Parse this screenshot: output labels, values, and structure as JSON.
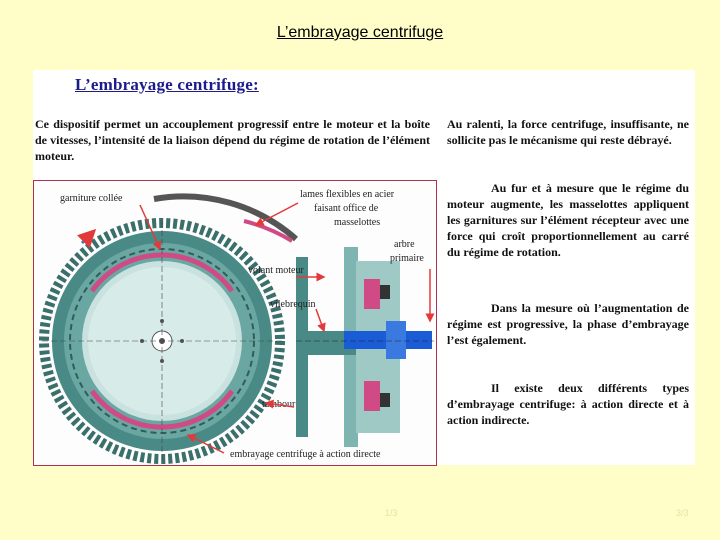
{
  "slide": {
    "title": "L’embrayage centrifuge"
  },
  "panel": {
    "heading": "L’embrayage centrifuge:",
    "intro": "Ce dispositif permet un accouplement progressif entre le moteur et la boîte de vitesses, l’intensité de la liaison dépend du régime de rotation de l’élément moteur.",
    "right_paragraphs": [
      "Au ralenti, la force centrifuge, insuffisante, ne sollicite pas le mécanisme qui reste débrayé.",
      "Au fur et à mesure que le régime du moteur augmente, les masselottes appliquent les garnitures sur l’élément récepteur avec une force qui croît proportionnellement au carré du régime de rotation.",
      "Dans la mesure où l’augmentation de régime est progressive, la phase d’embrayage l’est également.",
      "Il existe deux différents types d’embrayage centrifuge: à action directe et à action indirecte."
    ]
  },
  "figure": {
    "labels": {
      "garniture": "garniture collée",
      "lames_1": "lames flexibles en acier",
      "lames_2": "faisant office de",
      "lames_3": "masselottes",
      "arbre_1": "arbre",
      "arbre_2": "primaire",
      "volant": "volant moteur",
      "vilebrequin": "vilebrequin",
      "tambour": "tambour",
      "caption": "embrayage centrifuge à action directe"
    },
    "colors": {
      "wheel": "#4a8a86",
      "teeth": "#3a6f6b",
      "inner": "#c9e2e0",
      "lining": "#d04a86",
      "shaft": "#1a5bd6",
      "arrow": "#e23a3a"
    }
  },
  "footer": {
    "left": "1/3",
    "right": "3/3"
  }
}
